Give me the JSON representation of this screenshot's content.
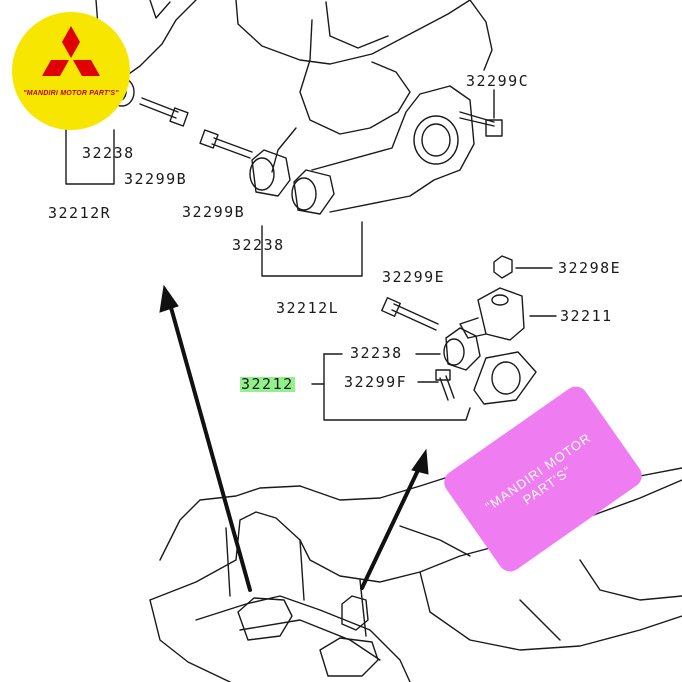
{
  "logo": {
    "text": "\"MANDIRI MOTOR PART'S\"",
    "brand_color": "#e00000",
    "bg_color": "#f7e600"
  },
  "watermark": {
    "text": "\"MANDIRI MOTOR PART'S\"",
    "bg_color": "#f07cf2"
  },
  "highlight_color": "#39e630",
  "labels": {
    "p32299c": "32299C",
    "p32238_a": "32238",
    "p32299b_a": "32299B",
    "p32212r": "32212R",
    "p32299b_b": "32299B",
    "p32238_b": "32238",
    "p32212l": "32212L",
    "p32299e": "32299E",
    "p32298e": "32298E",
    "p32211": "32211",
    "p32238_c": "32238",
    "p32212": "32212",
    "p32299f": "32299F"
  }
}
